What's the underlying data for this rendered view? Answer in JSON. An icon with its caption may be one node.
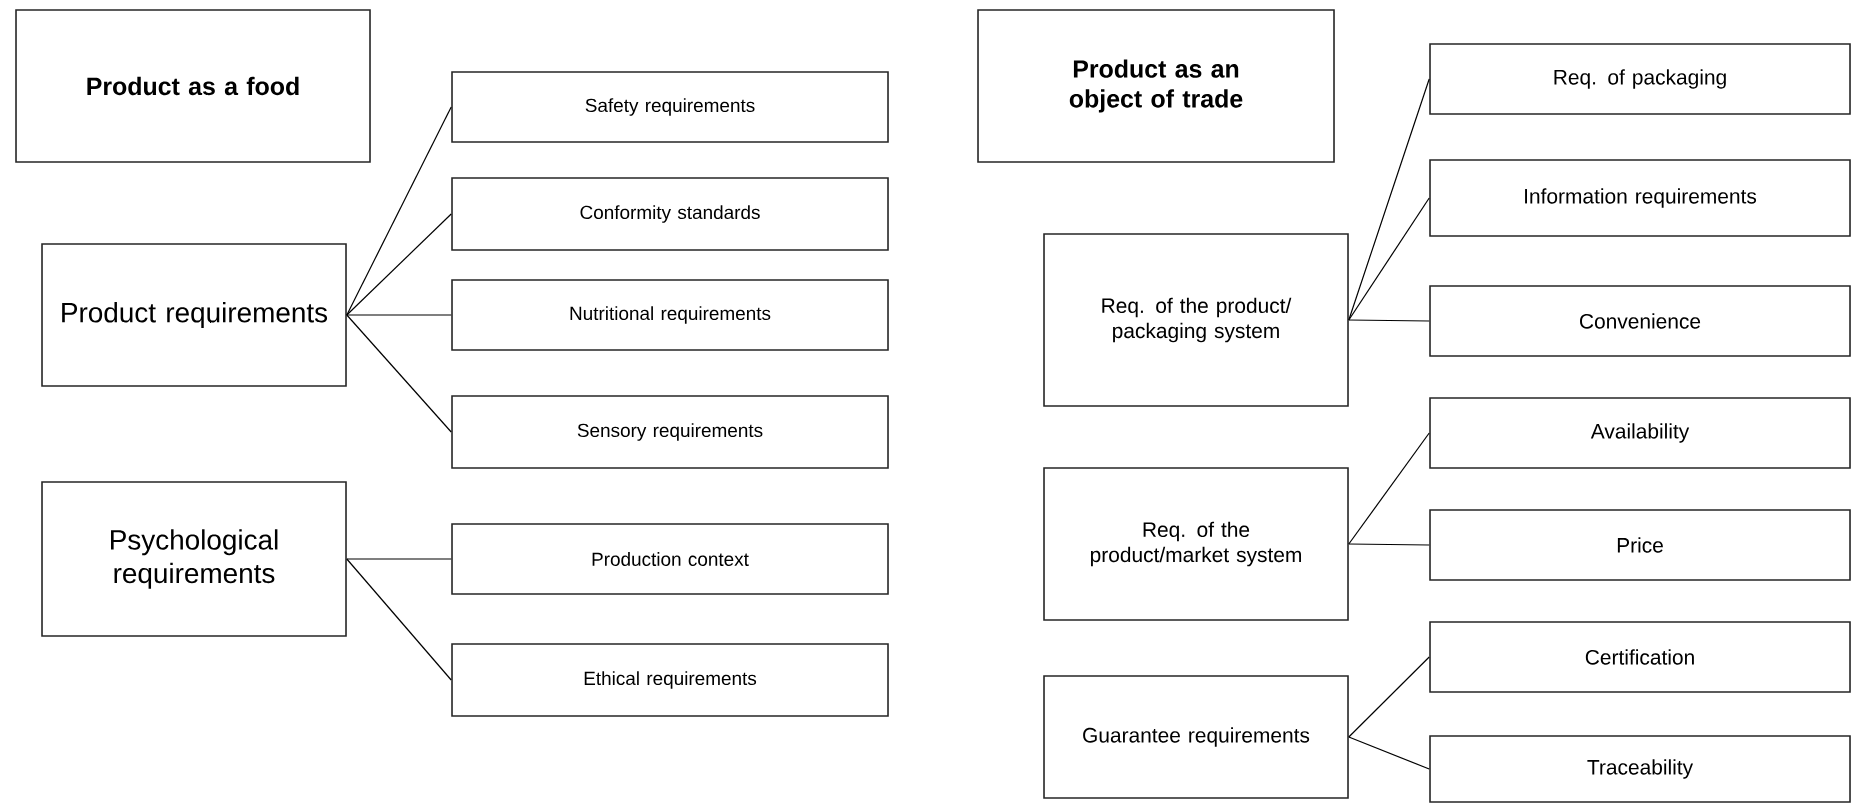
{
  "diagram": {
    "nodes": [
      {
        "text": [
          "Product as a food"
        ]
      },
      {
        "text": [
          "Product requirements"
        ]
      },
      {
        "text": [
          "Safety requirements"
        ]
      },
      {
        "text": [
          "Conformity standards"
        ]
      },
      {
        "text": [
          "Nutritional requirements"
        ]
      },
      {
        "text": [
          "Sensory requirements"
        ]
      },
      {
        "text": [
          "Psychological requirements"
        ]
      },
      {
        "text": [
          "Production context"
        ]
      },
      {
        "text": [
          "Ethical requirements"
        ]
      },
      {
        "text": [
          "Product as an object of trade"
        ]
      },
      {
        "text": [
          "Req. of the product/ packaging system"
        ]
      },
      {
        "text": [
          "Req. of packaging"
        ]
      },
      {
        "text": [
          "Information requirements"
        ]
      },
      {
        "text": [
          "Convenience"
        ]
      },
      {
        "text": [
          "Req. of the product/market system"
        ]
      },
      {
        "text": [
          "Availability"
        ]
      },
      {
        "text": [
          "Price"
        ]
      },
      {
        "text": [
          "Guarantee requirements"
        ]
      },
      {
        "text": [
          "Certification"
        ]
      },
      {
        "text": [
          "Traceability"
        ]
      }
    ],
    "edges": [
      {
        "from": 1,
        "to": 2,
        "arrow": "none"
      },
      {
        "from": 1,
        "to": 3,
        "arrow": "none"
      },
      {
        "from": 1,
        "to": 4,
        "arrow": "none"
      },
      {
        "from": 1,
        "to": 5,
        "arrow": "none"
      },
      {
        "from": 6,
        "to": 7,
        "arrow": "none"
      },
      {
        "from": 6,
        "to": 8,
        "arrow": "none"
      },
      {
        "from": 10,
        "to": 11,
        "arrow": "none"
      },
      {
        "from": 10,
        "to": 12,
        "arrow": "none"
      },
      {
        "from": 10,
        "to": 13,
        "arrow": "none"
      },
      {
        "from": 14,
        "to": 15,
        "arrow": "none"
      },
      {
        "from": 14,
        "to": 16,
        "arrow": "none"
      },
      {
        "from": 17,
        "to": 18,
        "arrow": "none"
      },
      {
        "from": 17,
        "to": 19,
        "arrow": "none"
      }
    ]
  }
}
